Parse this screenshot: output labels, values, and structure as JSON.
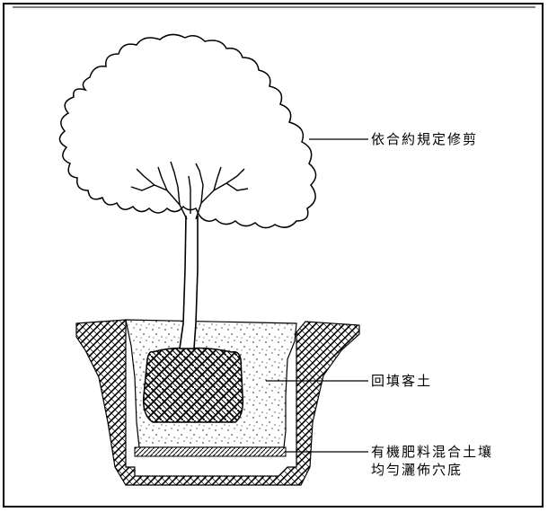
{
  "labels": {
    "pruning": "依合約規定修剪",
    "backfill": "回填客土",
    "fertilizer_line1": "有機肥料混合土壤",
    "fertilizer_line2": "均勻灑佈穴底"
  },
  "colors": {
    "ink": "#000000",
    "paper": "#ffffff"
  }
}
